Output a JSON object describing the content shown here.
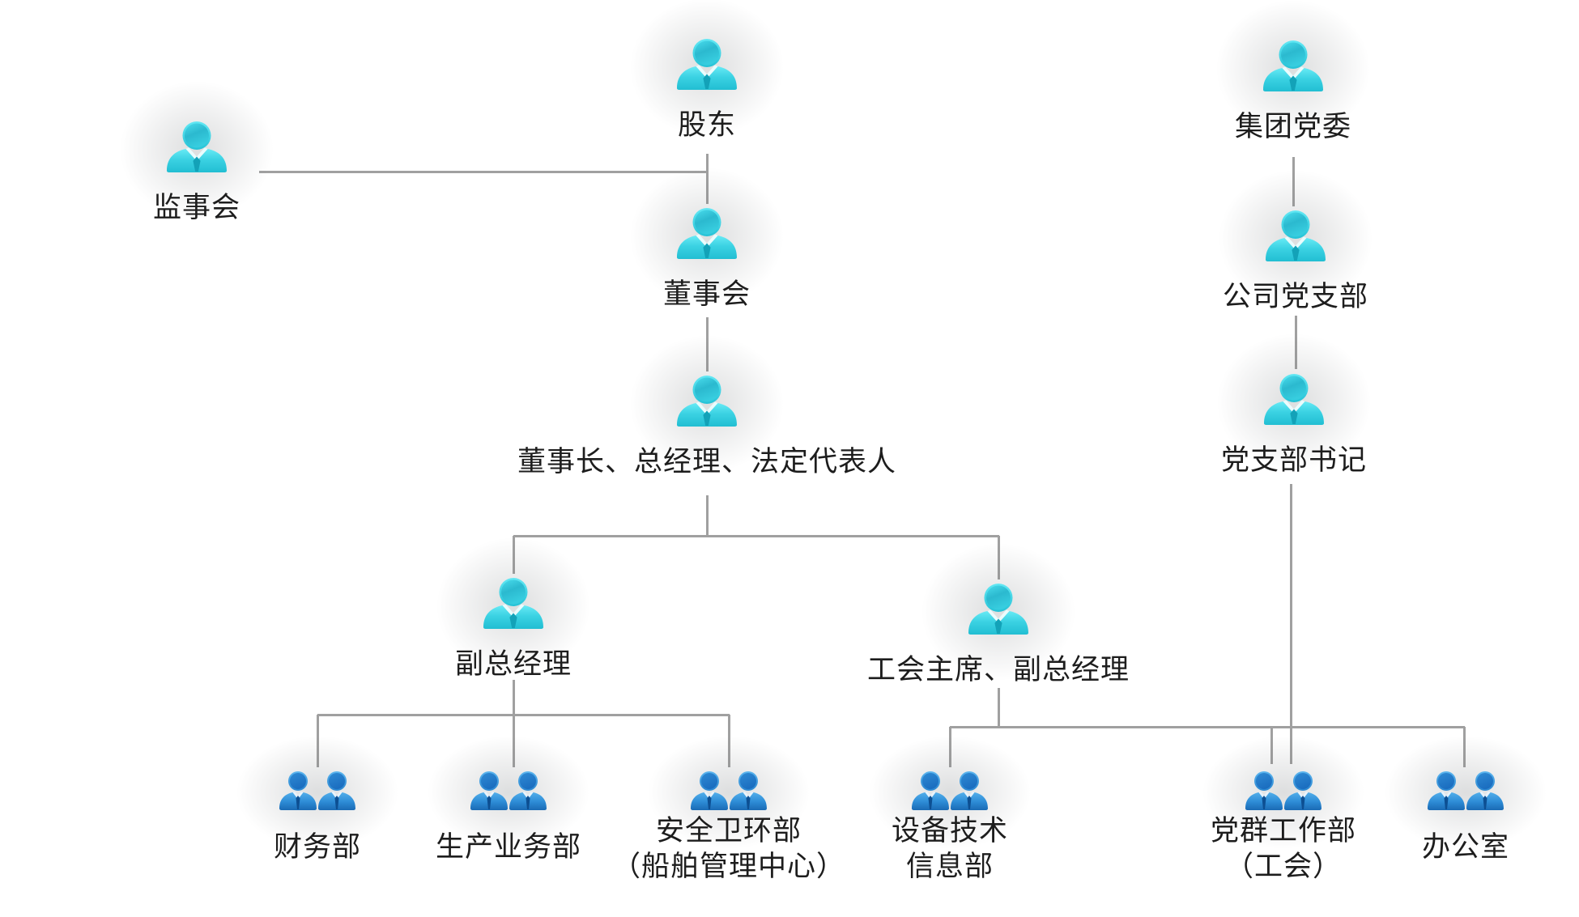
{
  "app": {
    "type": "organization-chart",
    "background_color": "#ffffff"
  },
  "colors": {
    "connector": "#a0a0a0",
    "label_text": "#1d1d1d",
    "person_icon_cyan_light": "#5fe6f2",
    "person_icon_cyan_dark": "#1aa9c0",
    "group_icon_blue_light": "#55b0ec",
    "group_icon_blue_dark": "#1565b2"
  },
  "nodes": {
    "shareholders": {
      "label": "股东",
      "icon": "person-icon"
    },
    "supervisory_board": {
      "label": "监事会",
      "icon": "person-icon"
    },
    "group_party_committee": {
      "label": "集团党委",
      "icon": "person-icon"
    },
    "board_of_directors": {
      "label": "董事会",
      "icon": "person-icon"
    },
    "company_party_branch": {
      "label": "公司党支部",
      "icon": "person-icon"
    },
    "chairman_gm": {
      "label": "董事长、总经理、法定代表人",
      "icon": "person-icon"
    },
    "party_branch_secretary": {
      "label": "党支部书记",
      "icon": "person-icon"
    },
    "deputy_gm": {
      "label": "副总经理",
      "icon": "person-icon"
    },
    "union_chairman_deputy_gm": {
      "label": "工会主席、副总经理",
      "icon": "person-icon"
    },
    "finance_dept": {
      "label": "财务部",
      "icon": "people-icon"
    },
    "production_dept": {
      "label": "生产业务部",
      "icon": "people-icon"
    },
    "safety_dept": {
      "label": "安全卫环部",
      "label2": "（船舶管理中心）",
      "icon": "people-icon"
    },
    "equipment_dept": {
      "label": "设备技术",
      "label2": "信息部",
      "icon": "people-icon"
    },
    "party_mass_dept": {
      "label": "党群工作部",
      "label2": "（工会）",
      "icon": "people-icon"
    },
    "office": {
      "label": "办公室",
      "icon": "people-icon"
    }
  },
  "edges": [
    {
      "from": "shareholders",
      "to": "supervisory_board"
    },
    {
      "from": "shareholders",
      "to": "board_of_directors"
    },
    {
      "from": "board_of_directors",
      "to": "chairman_gm"
    },
    {
      "from": "group_party_committee",
      "to": "company_party_branch"
    },
    {
      "from": "company_party_branch",
      "to": "party_branch_secretary"
    },
    {
      "from": "chairman_gm",
      "to": "deputy_gm"
    },
    {
      "from": "chairman_gm",
      "to": "union_chairman_deputy_gm"
    },
    {
      "from": "deputy_gm",
      "to": "finance_dept"
    },
    {
      "from": "deputy_gm",
      "to": "production_dept"
    },
    {
      "from": "deputy_gm",
      "to": "safety_dept"
    },
    {
      "from": "union_chairman_deputy_gm",
      "to": "equipment_dept"
    },
    {
      "from": "union_chairman_deputy_gm",
      "to": "party_mass_dept"
    },
    {
      "from": "union_chairman_deputy_gm",
      "to": "office"
    },
    {
      "from": "party_branch_secretary",
      "to": "party_mass_dept"
    }
  ]
}
